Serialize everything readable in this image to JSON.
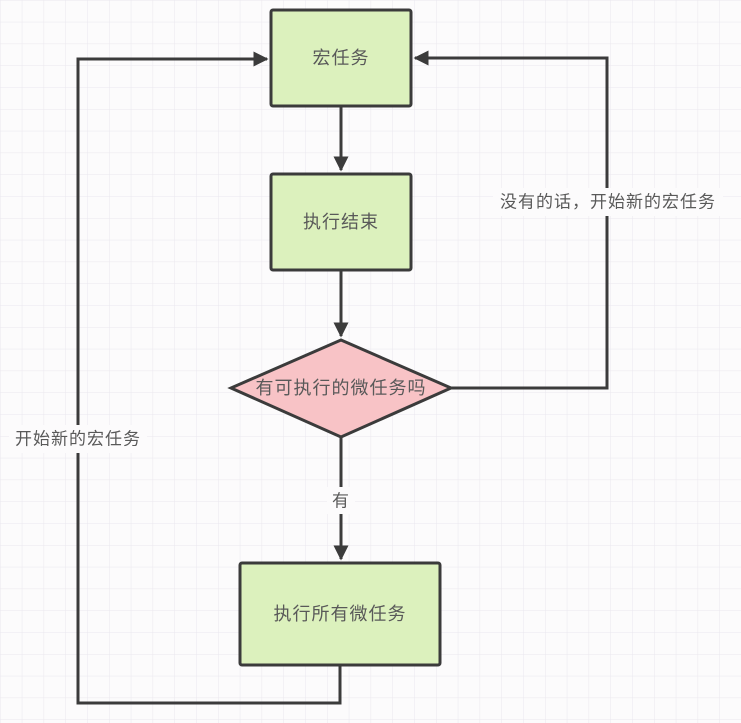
{
  "title": "macrotask-microtask-event-loop-flowchart",
  "colors": {
    "bg": "#fcfbfc",
    "grid": "#eae7ee",
    "stroke": "#3b3b3b",
    "green": "#dcf1bd",
    "pink": "#f8c3c6",
    "text": "#595959"
  },
  "nodes": {
    "macro_task": {
      "label": "宏任务",
      "type": "process"
    },
    "execution_end": {
      "label": "执行结束",
      "type": "process"
    },
    "microtask_check": {
      "label": "有可执行的微任务吗",
      "type": "decision"
    },
    "run_all_microtasks": {
      "label": "执行所有微任务",
      "type": "process"
    }
  },
  "edge_labels": {
    "yes": "有",
    "no_branch": "没有的话，开始新的宏任务",
    "loop_back": "开始新的宏任务"
  }
}
